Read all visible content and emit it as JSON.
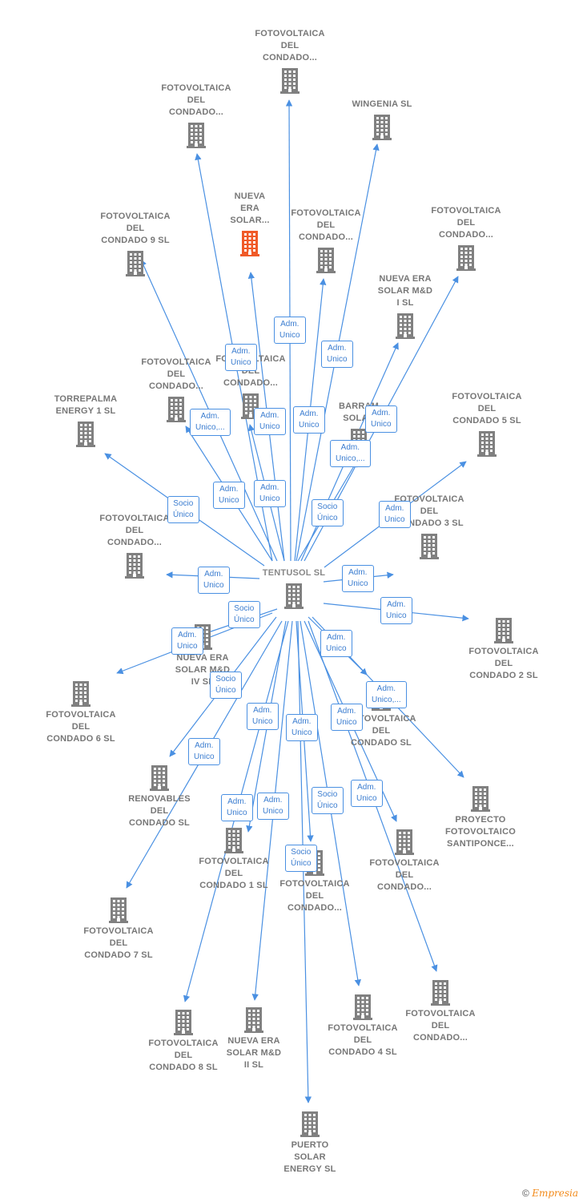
{
  "center": {
    "id": "tentusol",
    "label": "TENTUSOL SL"
  },
  "nodes": [
    {
      "id": "n_top",
      "label": "FOTOVOLTAICA\nDEL\nCONDADO...",
      "highlight": false
    },
    {
      "id": "n_tl",
      "label": "FOTOVOLTAICA\nDEL\nCONDADO...",
      "highlight": false
    },
    {
      "id": "n_wingenia",
      "label": "WINGENIA SL",
      "highlight": false
    },
    {
      "id": "n_nuevaera",
      "label": "NUEVA\nERA\nSOLAR...",
      "highlight": true
    },
    {
      "id": "n_fc9",
      "label": "FOTOVOLTAICA\nDEL\nCONDADO 9 SL",
      "highlight": false
    },
    {
      "id": "n_mid",
      "label": "FOTOVOLTAICA\nDEL\nCONDADO...",
      "highlight": false
    },
    {
      "id": "n_right1",
      "label": "FOTOVOLTAICA\nDEL\nCONDADO...",
      "highlight": false
    },
    {
      "id": "n_nemd1",
      "label": "NUEVA ERA\nSOLAR M&D\nI  SL",
      "highlight": false
    },
    {
      "id": "n_left2",
      "label": "FOTOVOLTAICA\nDEL\nCONDADO...",
      "highlight": false
    },
    {
      "id": "n_hidden1",
      "label": "FOTOVOLTAICA\nDEL\nCONDADO...",
      "highlight": false
    },
    {
      "id": "n_torre",
      "label": "TORREPALMA\nENERGY 1  SL",
      "highlight": false
    },
    {
      "id": "n_barram",
      "label": "BARRAM\nSOLAR",
      "highlight": false
    },
    {
      "id": "n_fc5",
      "label": "FOTOVOLTAICA\nDEL\nCONDADO 5 SL",
      "highlight": false
    },
    {
      "id": "n_left3",
      "label": "FOTOVOLTAICA\nDEL\nCONDADO...",
      "highlight": false
    },
    {
      "id": "n_fc3",
      "label": "FOTOVOLTAICA\nDEL\nCONDADO 3 SL",
      "highlight": false
    },
    {
      "id": "n_fc2",
      "label": "FOTOVOLTAICA\nDEL\nCONDADO 2 SL",
      "highlight": false
    },
    {
      "id": "n_nemd4",
      "label": "NUEVA ERA\nSOLAR M&D\nIV  SL",
      "highlight": false
    },
    {
      "id": "n_fc6",
      "label": "FOTOVOLTAICA\nDEL\nCONDADO 6 SL",
      "highlight": false
    },
    {
      "id": "n_fcsl",
      "label": "FOTOVOLTAICA\nDEL\nCONDADO SL",
      "highlight": false
    },
    {
      "id": "n_proyecto",
      "label": "PROYECTO\nFOTOVOLTAICO\nSANTIPONCE...",
      "highlight": false
    },
    {
      "id": "n_renov",
      "label": "RENOVABLES\nDEL\nCONDADO SL",
      "highlight": false
    },
    {
      "id": "n_fc1",
      "label": "FOTOVOLTAICA\nDEL\nCONDADO 1 SL",
      "highlight": false
    },
    {
      "id": "n_bot1",
      "label": "FOTOVOLTAICA\nDEL\nCONDADO...",
      "highlight": false
    },
    {
      "id": "n_bot2",
      "label": "FOTOVOLTAICA\nDEL\nCONDADO...",
      "highlight": false
    },
    {
      "id": "n_fc7",
      "label": "FOTOVOLTAICA\nDEL\nCONDADO 7 SL",
      "highlight": false
    },
    {
      "id": "n_fc8",
      "label": "FOTOVOLTAICA\nDEL\nCONDADO 8 SL",
      "highlight": false
    },
    {
      "id": "n_nemd2",
      "label": "NUEVA ERA\nSOLAR M&D\nII  SL",
      "highlight": false
    },
    {
      "id": "n_fc4",
      "label": "FOTOVOLTAICA\nDEL\nCONDADO 4 SL",
      "highlight": false
    },
    {
      "id": "n_bot3",
      "label": "FOTOVOLTAICA\nDEL\nCONDADO...",
      "highlight": false
    },
    {
      "id": "n_puerto",
      "label": "PUERTO\nSOLAR\nENERGY  SL",
      "highlight": false
    }
  ],
  "edge_labels": [
    "Adm.\nUnico",
    "Adm.\nUnico",
    "Adm.\nUnico",
    "Adm.\nUnico",
    "Adm.\nUnico,...",
    "Adm.\nUnico",
    "Adm.\nUnico",
    "Adm.\nUnico,...",
    "Adm.\nUnico",
    "Adm.\nUnico",
    "Socio\nÚnico",
    "Socio\nÚnico",
    "Adm.\nUnico",
    "Adm.\nUnico",
    "Adm.\nUnico",
    "Adm.\nUnico",
    "Socio\nÚnico",
    "Adm.\nUnico",
    "Adm.\nUnico",
    "Socio\nÚnico",
    "Adm.\nUnico,...",
    "Adm.\nUnico",
    "Adm.\nUnico",
    "Adm.\nUnico",
    "Adm.\nUnico",
    "Adm.\nUnico",
    "Adm.\nUnico",
    "Socio\nÚnico",
    "Socio\nÚnico",
    "Adm.\nUnico"
  ],
  "footer": {
    "copyright": "©",
    "brand": "Empresia"
  },
  "colors": {
    "edge": "#4a90e2",
    "icon": "#808080",
    "icon_highlight": "#f05a28"
  }
}
